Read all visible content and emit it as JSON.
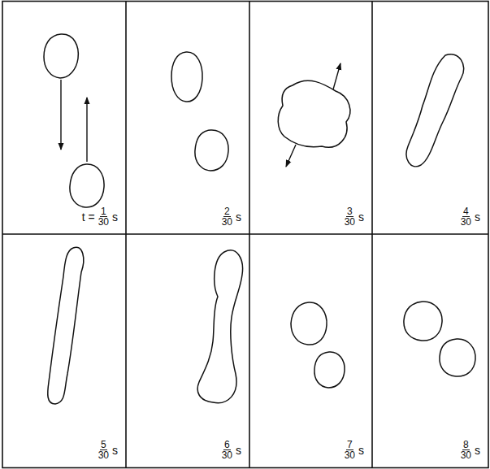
{
  "diagram": {
    "labels": [
      "t =",
      "1",
      "30",
      "s",
      "2",
      "30",
      "s",
      "3",
      "30",
      "s",
      "4",
      "30",
      "s",
      "5",
      "30",
      "s",
      "6",
      "30",
      "s",
      "7",
      "30",
      "s",
      "8",
      "30",
      "s"
    ]
  }
}
